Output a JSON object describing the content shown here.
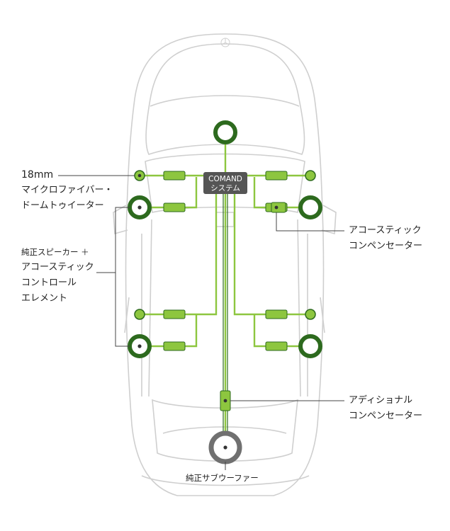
{
  "hub": {
    "line1": "COMAND",
    "line2": "システム"
  },
  "labels": {
    "tweeter": {
      "line1": "18mm",
      "line2": "マイクロファイバー・",
      "line3": "ドームトゥイーター"
    },
    "acoustic_element": {
      "line1": "純正スピーカー ＋",
      "line2": "アコースティック",
      "line3": "コントロール",
      "line4": "エレメント"
    },
    "compensator_front": {
      "line1": "アコースティック",
      "line2": "コンペンセーター"
    },
    "compensator_rear": {
      "line1": "アディショナル",
      "line2": "コンペンセーター"
    },
    "subwoofer": "純正サブウーファー"
  },
  "colors": {
    "green_dark": "#2d6a1e",
    "green_light": "#8dc63f",
    "hub": "#555555",
    "car_outline": "#cfcfcf",
    "subwoofer": "#707070"
  }
}
